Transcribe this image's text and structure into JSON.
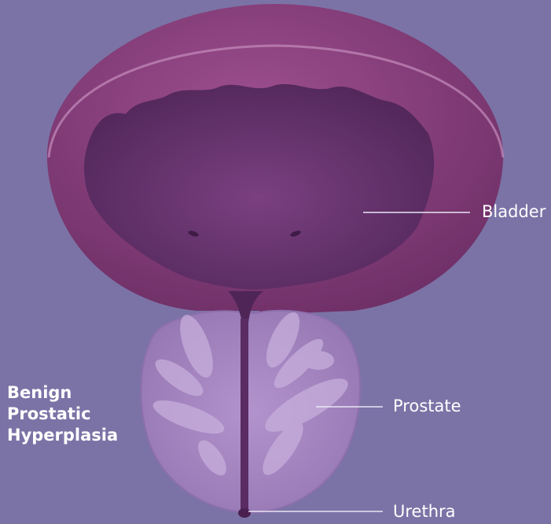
{
  "title_lines": [
    "Benign",
    "Prostatic",
    "Hyperplasia"
  ],
  "labels": {
    "bladder": "Bladder",
    "prostate": "Prostate",
    "urethra": "Urethra"
  },
  "colors": {
    "background": "#7b73a6",
    "bladder_outer": "#8a3f7c",
    "bladder_inner": "#5a2c63",
    "prostate": "#a584bf",
    "lobe": "#c2a8d8",
    "leader_line": "#e9e5f3"
  }
}
